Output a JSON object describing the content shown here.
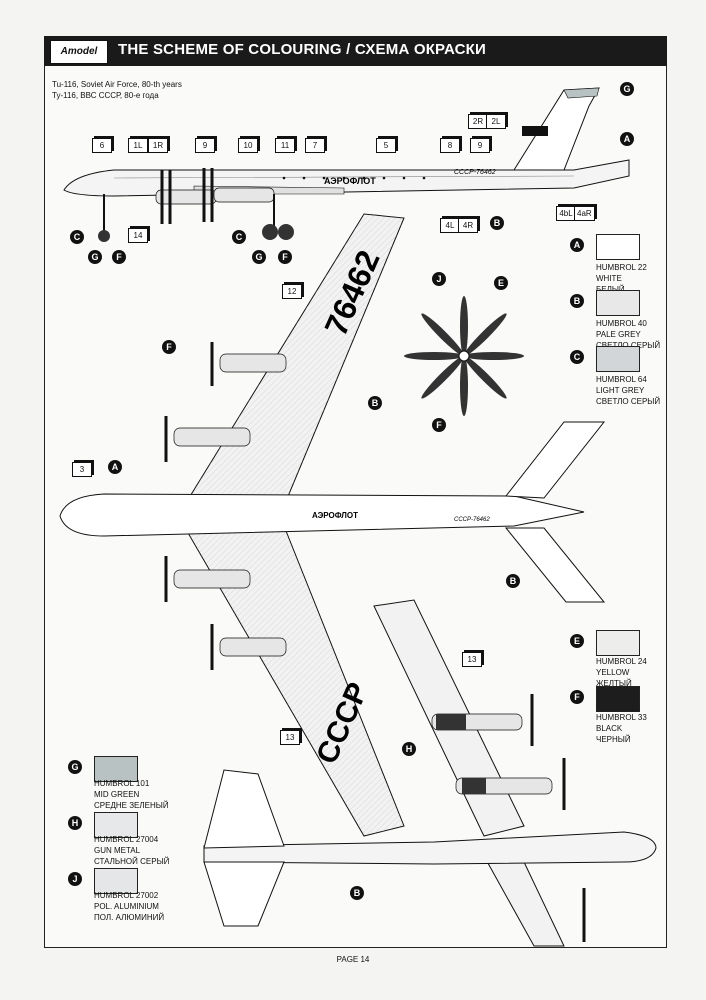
{
  "header": {
    "logo_text": "Amodel",
    "title": "THE SCHEME OF COLOURING / СХЕМА ОКРАСКИ"
  },
  "subtitle": {
    "line1": "Tu-116, Soviet Air Force, 80-th years",
    "line2": "Ту-116, ВВС СССР, 80-е года"
  },
  "markings": {
    "aeroflot": "АЭРОФЛОТ",
    "registration": "СССР-76462",
    "wing_number": "76462",
    "wing_text": "СССР"
  },
  "callouts": [
    "6",
    "1L",
    "1R",
    "9",
    "10",
    "11",
    "7",
    "5",
    "8",
    "9",
    "2R",
    "2L",
    "4L",
    "4R",
    "4bL",
    "4aR",
    "14",
    "12",
    "3",
    "13",
    "13"
  ],
  "colours": [
    {
      "letter": "A",
      "code": "HUMBROL 22",
      "en": "WHITE",
      "ru": "БЕЛЫЙ",
      "hex": "#ffffff"
    },
    {
      "letter": "B",
      "code": "HUMBROL 40",
      "en": "PALE GREY",
      "ru": "СВЕТЛО СЕРЫЙ",
      "hex": "#e8e8e8"
    },
    {
      "letter": "C",
      "code": "HUMBROL 64",
      "en": "LIGHT GREY",
      "ru": "СВЕТЛО СЕРЫЙ",
      "hex": "#d3d6d8"
    },
    {
      "letter": "E",
      "code": "HUMBROL 24",
      "en": "YELLOW",
      "ru": "ЖЕЛТЫЙ",
      "hex": "#ededec"
    },
    {
      "letter": "F",
      "code": "HUMBROL 33",
      "en": "BLACK",
      "ru": "ЧЕРНЫЙ",
      "hex": "#1d1d1d"
    },
    {
      "letter": "G",
      "code": "HUMBROL 101",
      "en": "MID GREEN",
      "ru": "СРЕДНЕ ЗЕЛЕНЫЙ",
      "hex": "#b9c2c3"
    },
    {
      "letter": "H",
      "code": "HUMBROL 27004",
      "en": "GUN METAL",
      "ru": "СТАЛЬНОЙ СЕРЫЙ",
      "hex": "#e6e8ea"
    },
    {
      "letter": "J",
      "code": "HUMBROL 27002",
      "en": "POL. ALUMINIUM",
      "ru": "ПОЛ. АЛЮМИНИЙ",
      "hex": "#e4e6e8"
    }
  ],
  "badges": [
    "A",
    "B",
    "C",
    "E",
    "F",
    "G",
    "H",
    "J"
  ],
  "footer": {
    "page": "PAGE 14"
  }
}
